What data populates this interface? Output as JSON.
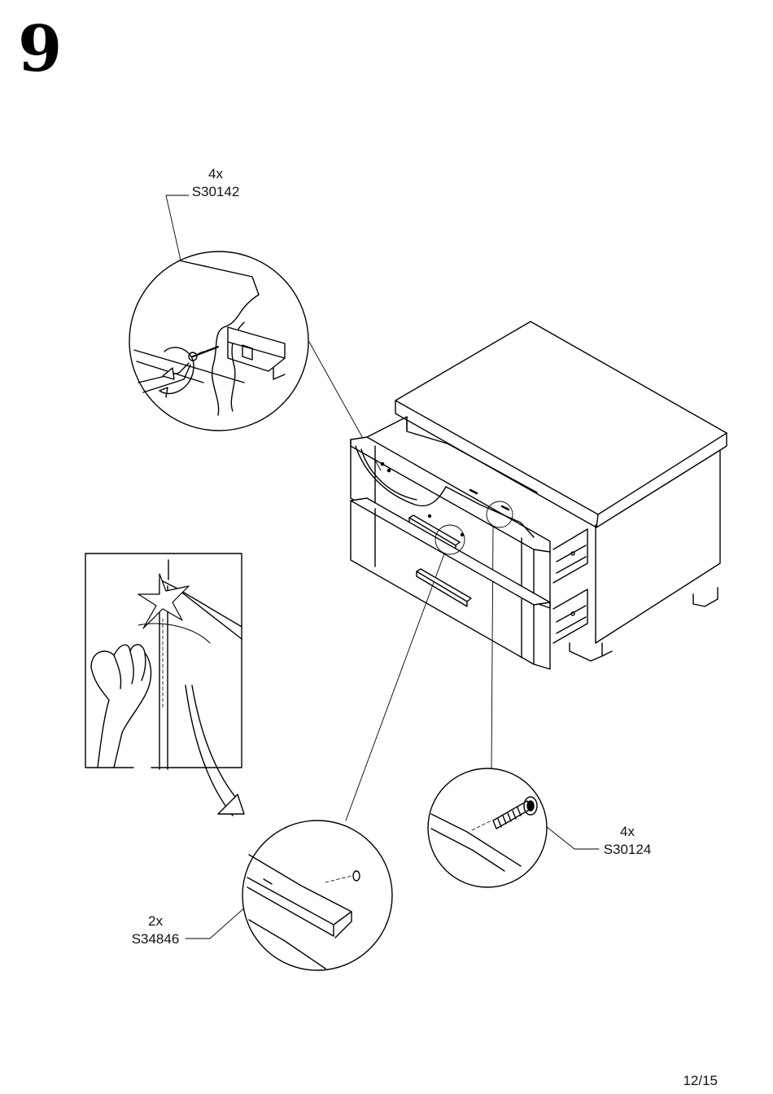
{
  "step": {
    "number": "9"
  },
  "parts": {
    "screw_top": {
      "qty": "4x",
      "code": "S30142"
    },
    "screw_bolt": {
      "qty": "4x",
      "code": "S30124"
    },
    "handle": {
      "qty": "2x",
      "code": "S34846"
    }
  },
  "footer": {
    "page": "12/15"
  }
}
